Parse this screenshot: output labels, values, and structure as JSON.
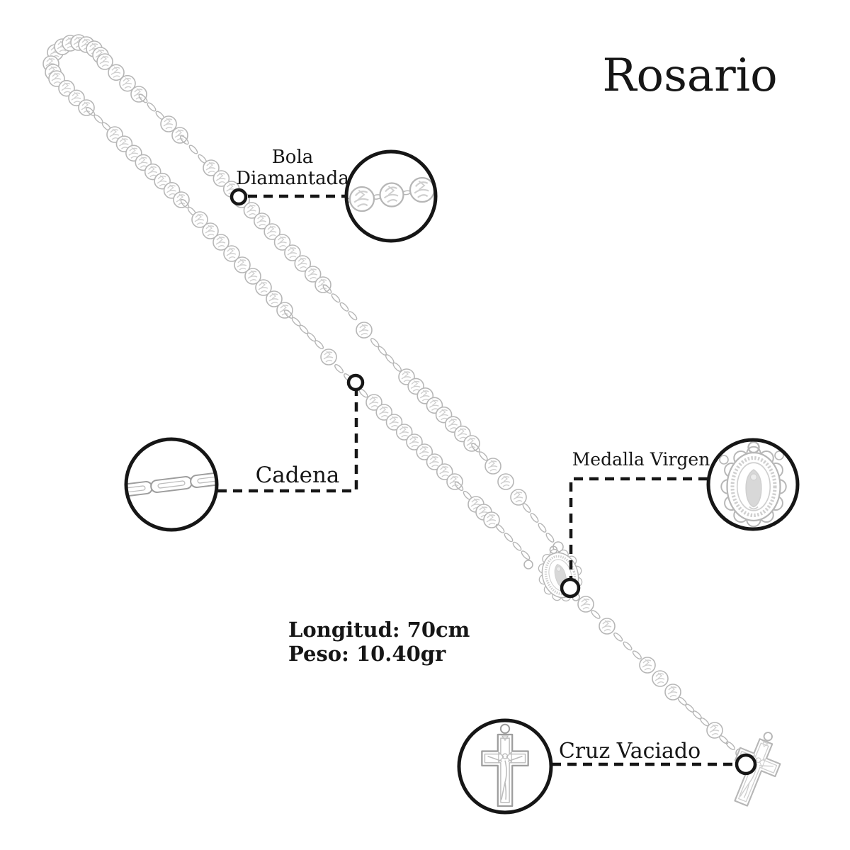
{
  "title": "Rosario",
  "specs": {
    "longitud": "Longitud: 70cm",
    "peso": "Peso: 10.40gr"
  },
  "callouts": {
    "bola": {
      "lines": [
        "Bola",
        "Diamantada"
      ]
    },
    "cadena": {
      "label": "Cadena"
    },
    "medalla": {
      "label": "Medalla Virgen"
    },
    "cruz": {
      "label": "Cruz Vaciado"
    }
  },
  "colors": {
    "ink": "#161616",
    "metal": "#b6b6b6",
    "metal_light": "#cfcfcf",
    "metal_dark": "#9d9d9d"
  }
}
